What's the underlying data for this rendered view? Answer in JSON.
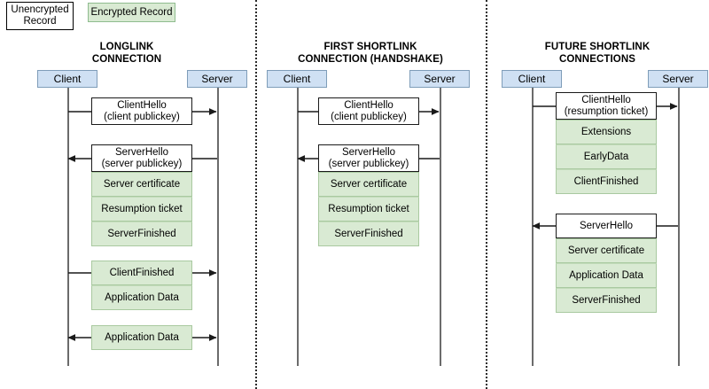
{
  "legend": {
    "unencrypted": "Unencrypted Record",
    "encrypted": "Encrypted Record"
  },
  "colors": {
    "encrypted_fill": "#d9ead3",
    "encrypted_border": "#a9c9a0",
    "unencrypted_fill": "#ffffff",
    "unencrypted_border": "#1a1a1a",
    "actor_fill": "#cfe0f3",
    "actor_border": "#7f9db9",
    "lifeline": "#6b6b6b",
    "separator": "#2b2b2b"
  },
  "columns": [
    {
      "id": "longlink",
      "title": "LONGLINK\nCONNECTION",
      "client_label": "Client",
      "server_label": "Server",
      "messages": [
        {
          "direction": "right",
          "rows": [
            {
              "text": "ClientHello\n(client publickey)",
              "encrypted": false
            }
          ]
        },
        {
          "direction": "left",
          "rows": [
            {
              "text": "ServerHello\n(server publickey)",
              "encrypted": false
            },
            {
              "text": "Server certificate",
              "encrypted": true
            },
            {
              "text": "Resumption ticket",
              "encrypted": true
            },
            {
              "text": "ServerFinished",
              "encrypted": true
            }
          ]
        },
        {
          "direction": "right",
          "rows": [
            {
              "text": "ClientFinished",
              "encrypted": true
            },
            {
              "text": "Application Data",
              "encrypted": true
            }
          ]
        },
        {
          "direction": "both",
          "rows": [
            {
              "text": "Application Data",
              "encrypted": true
            }
          ]
        }
      ]
    },
    {
      "id": "first-shortlink",
      "title": "FIRST SHORTLINK\nCONNECTION (HANDSHAKE)",
      "client_label": "Client",
      "server_label": "Server",
      "messages": [
        {
          "direction": "right",
          "rows": [
            {
              "text": "ClientHello\n(client publickey)",
              "encrypted": false
            }
          ]
        },
        {
          "direction": "left",
          "rows": [
            {
              "text": "ServerHello\n(server publickey)",
              "encrypted": false
            },
            {
              "text": "Server certificate",
              "encrypted": true
            },
            {
              "text": "Resumption ticket",
              "encrypted": true
            },
            {
              "text": "ServerFinished",
              "encrypted": true
            }
          ]
        }
      ]
    },
    {
      "id": "future-shortlink",
      "title": "FUTURE SHORTLINK\nCONNECTIONS",
      "client_label": "Client",
      "server_label": "Server",
      "messages": [
        {
          "direction": "right",
          "rows": [
            {
              "text": "ClientHello\n(resumption ticket)",
              "encrypted": false
            },
            {
              "text": "Extensions",
              "encrypted": true
            },
            {
              "text": "EarlyData",
              "encrypted": true
            },
            {
              "text": "ClientFinished",
              "encrypted": true
            }
          ]
        },
        {
          "direction": "left",
          "rows": [
            {
              "text": "ServerHello",
              "encrypted": false
            },
            {
              "text": "Server certificate",
              "encrypted": true
            },
            {
              "text": "Application Data",
              "encrypted": true
            },
            {
              "text": "ServerFinished",
              "encrypted": true
            }
          ]
        }
      ]
    }
  ]
}
